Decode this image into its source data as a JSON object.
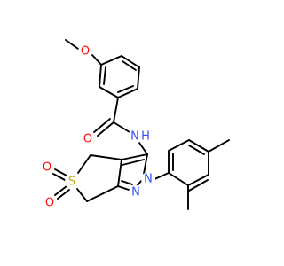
{
  "colors": {
    "background": "#ffffff",
    "bond": "#000000",
    "O": "#ff0d0d",
    "N": "#3050f8",
    "S": "#c8a800",
    "C": "#000000"
  },
  "atoms": {
    "o_methoxy": {
      "text": "O",
      "element": "O"
    },
    "o_carbonyl": {
      "text": "O",
      "element": "O"
    },
    "nh_amide": {
      "text": "N",
      "element": "N"
    },
    "h_amide": {
      "text": "H",
      "element": "N"
    },
    "n_pyrazole_1": {
      "text": "N",
      "element": "N"
    },
    "n_pyrazole_2": {
      "text": "N",
      "element": "N"
    },
    "s_sulfone": {
      "text": "S",
      "element": "S"
    },
    "o_sulfone_1": {
      "text": "O",
      "element": "O"
    },
    "o_sulfone_2": {
      "text": "O",
      "element": "O"
    }
  }
}
